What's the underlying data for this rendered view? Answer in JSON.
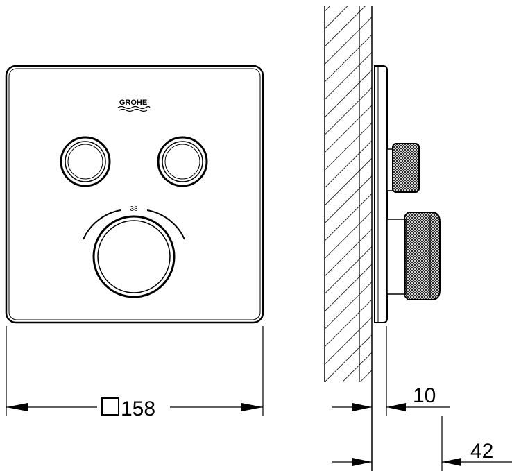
{
  "brand_logo": "GROHE",
  "temperature_mark": "38",
  "dimensions": {
    "width": "158",
    "width_symbol": "square",
    "projection_small": "10",
    "projection_total": "42"
  },
  "colors": {
    "line": "#000000",
    "background": "#ffffff"
  }
}
